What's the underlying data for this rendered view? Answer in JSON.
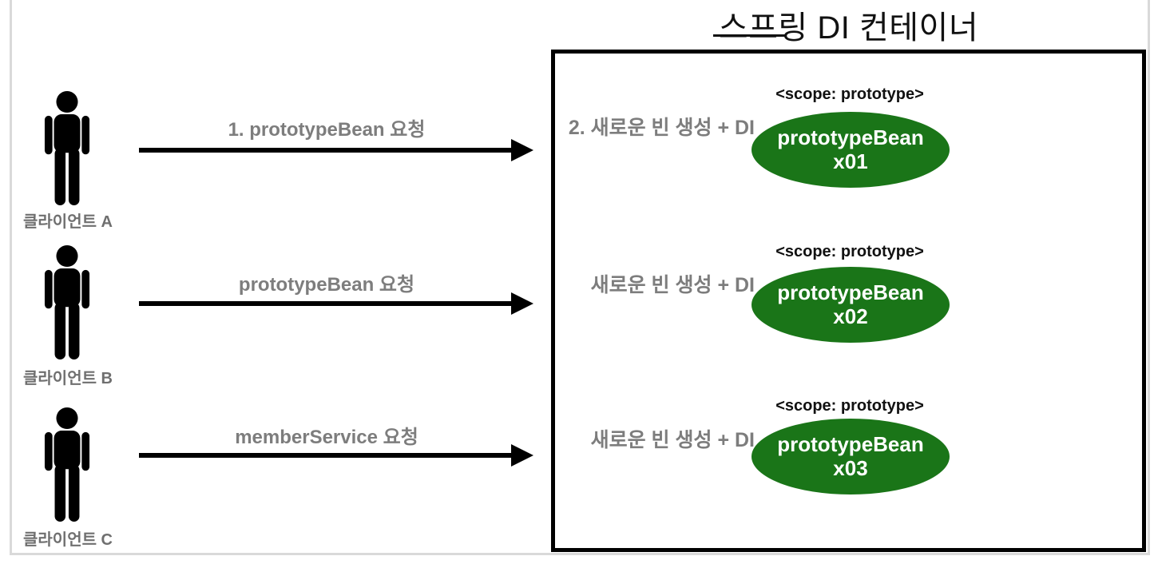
{
  "title": "스프링 DI 컨테이너",
  "colors": {
    "bean_green": "#1a7518",
    "gray_text": "#7d7d7d",
    "frame_gray": "#d9d9d9",
    "black": "#000000",
    "bean_text": "#ffffff"
  },
  "clients": [
    {
      "label": "클라이언트 A",
      "request_label": "1. prototypeBean 요청",
      "container_action": "2. 새로운 빈 생성 + DI",
      "scope_label": "<scope: prototype>",
      "bean_name": "prototypeBean",
      "bean_instance": "x01"
    },
    {
      "label": "클라이언트 B",
      "request_label": "prototypeBean 요청",
      "container_action": "새로운 빈 생성 + DI",
      "scope_label": "<scope: prototype>",
      "bean_name": "prototypeBean",
      "bean_instance": "x02"
    },
    {
      "label": "클라이언트 C",
      "request_label": "memberService 요청",
      "container_action": "새로운 빈 생성 + DI",
      "scope_label": "<scope: prototype>",
      "bean_name": "prototypeBean",
      "bean_instance": "x03"
    }
  ]
}
